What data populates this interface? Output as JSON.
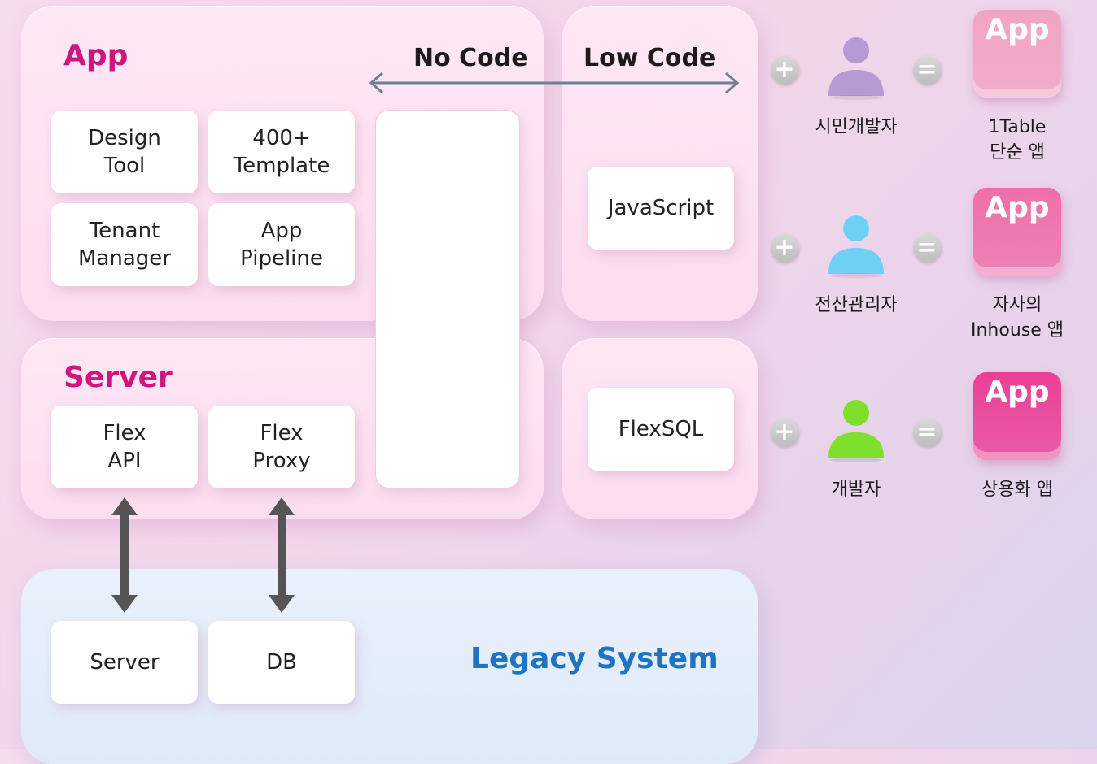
{
  "architecture": {
    "app_section": {
      "title": "App",
      "tools": [
        "Design\nTool",
        "400+\nTemplate",
        "Tenant\nManager",
        "App\nPipeline"
      ]
    },
    "code_axis": {
      "left_label": "No Code",
      "right_label": "Low Code"
    },
    "javascript_label": "JavaScript",
    "flexsql_label": "FlexSQL",
    "server_section": {
      "title": "Server",
      "items": [
        "Flex\nAPI",
        "Flex\nProxy"
      ]
    },
    "legacy_section": {
      "title": "Legacy System",
      "items": [
        "Server",
        "DB"
      ]
    }
  },
  "equations": [
    {
      "user": "시민개발자",
      "result": "1Table\n단순 앱",
      "app_label": "App",
      "person_color": "#b59ad4",
      "app_color": "#f2a3c4",
      "icon": "person-icon"
    },
    {
      "user": "전산관리자",
      "result": "자사의\nInhouse 앱",
      "app_label": "App",
      "person_color": "#6fd0f6",
      "app_color": "#ef6fa8",
      "icon": "person-icon"
    },
    {
      "user": "개발자",
      "result": "상용화 앱",
      "app_label": "App",
      "person_color": "#7ee02c",
      "app_color": "#eb3f95",
      "icon": "person-icon"
    }
  ],
  "operators": {
    "plus": "+",
    "equals": "="
  }
}
